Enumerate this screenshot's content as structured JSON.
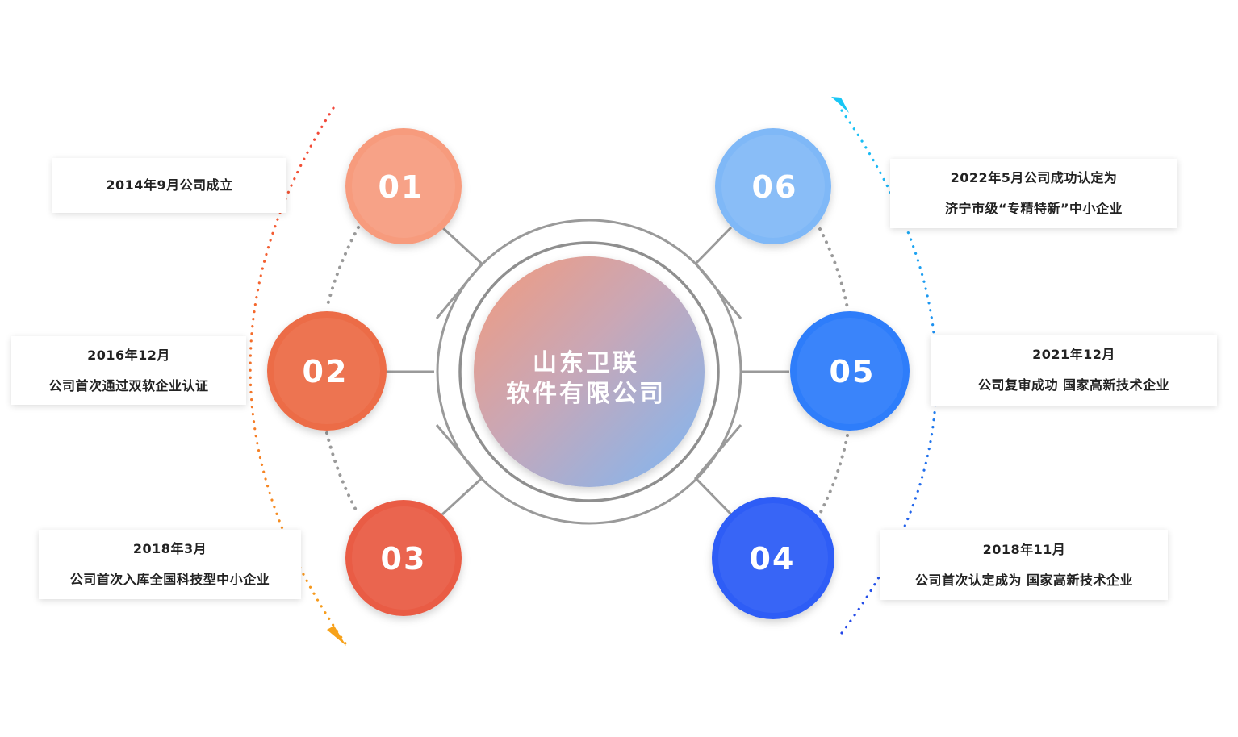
{
  "center": {
    "line1": "山东卫联",
    "line2": "软件有限公司"
  },
  "nodes": [
    {
      "id": "01",
      "label": "01",
      "color": "#F79B7D"
    },
    {
      "id": "02",
      "label": "02",
      "color": "#EC6C46"
    },
    {
      "id": "03",
      "label": "03",
      "color": "#E95B45"
    },
    {
      "id": "04",
      "label": "04",
      "color": "#2F5DF6"
    },
    {
      "id": "05",
      "label": "05",
      "color": "#2F7DFA"
    },
    {
      "id": "06",
      "label": "06",
      "color": "#7FB8F7"
    }
  ],
  "milestones": [
    {
      "node": "01",
      "lines": [
        "2014年9月公司成立"
      ]
    },
    {
      "node": "02",
      "lines": [
        "2016年12月",
        "公司首次通过双软企业认证"
      ]
    },
    {
      "node": "03",
      "lines": [
        "2018年3月",
        "公司首次入库全国科技型中小企业"
      ]
    },
    {
      "node": "04",
      "lines": [
        "2018年11月",
        "公司首次认定成为 国家高新技术企业"
      ]
    },
    {
      "node": "05",
      "lines": [
        "2021年12月",
        "公司复审成功 国家高新技术企业"
      ]
    },
    {
      "node": "06",
      "lines": [
        "2022年5月公司成功认定为",
        "济宁市级“专精特新”中小企业"
      ]
    }
  ],
  "colors": {
    "connector": "#9A9A9A",
    "ring": "#8F8F8F",
    "left_arc_start": "#F2463A",
    "left_arc_end": "#F7A21A",
    "right_arc_start": "#2446E8",
    "right_arc_end": "#18C6F5",
    "center_gradient_start": "#F39A7C",
    "center_gradient_end": "#7DB7F5"
  }
}
